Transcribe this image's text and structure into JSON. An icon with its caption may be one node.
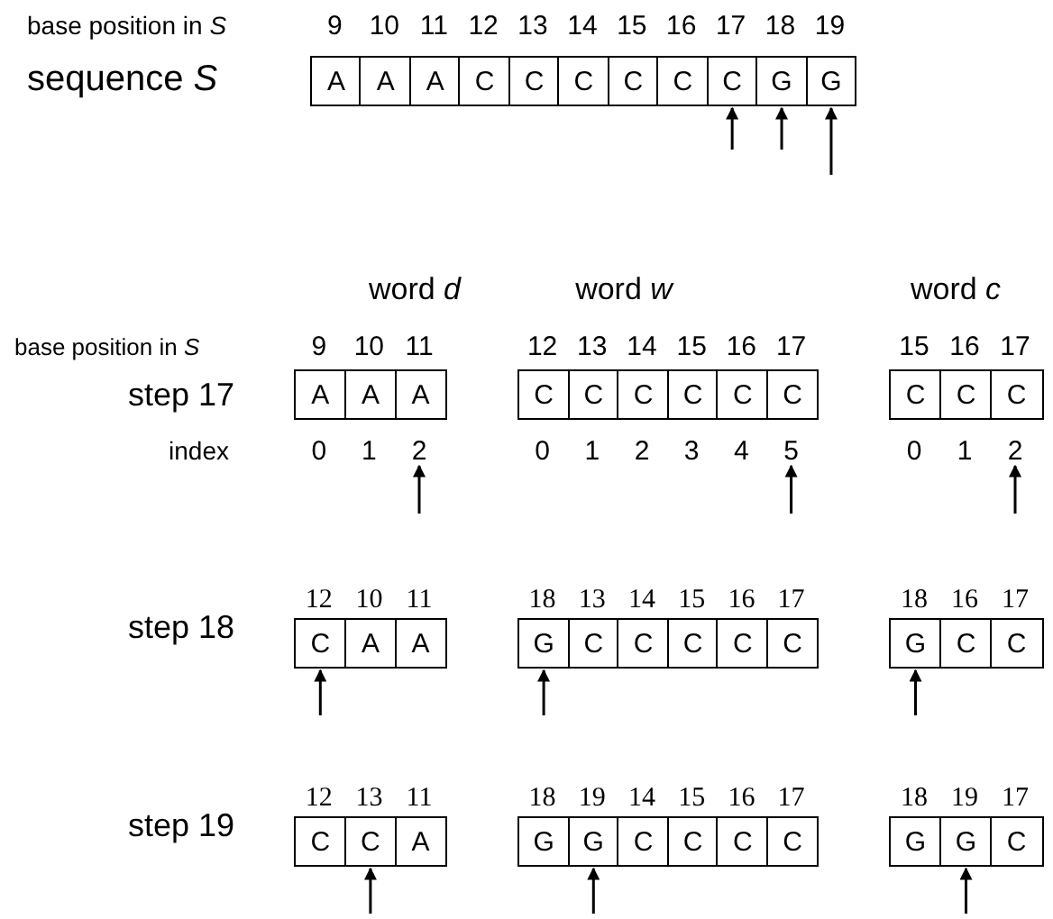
{
  "diagram": {
    "nodes": [
      {
        "text": [
          "A"
        ]
      },
      {
        "text": [
          "A"
        ]
      },
      {
        "text": [
          "A"
        ]
      },
      {
        "text": [
          "C"
        ]
      },
      {
        "text": [
          "C"
        ]
      },
      {
        "text": [
          "C"
        ]
      },
      {
        "text": [
          "C"
        ]
      },
      {
        "text": [
          "C"
        ]
      },
      {
        "text": [
          "C"
        ]
      },
      {
        "text": [
          "G"
        ]
      },
      {
        "text": [
          "G"
        ]
      },
      {
        "text": [
          "A"
        ]
      },
      {
        "text": [
          "A"
        ]
      },
      {
        "text": [
          "A"
        ]
      },
      {
        "text": [
          "C"
        ]
      },
      {
        "text": [
          "C"
        ]
      },
      {
        "text": [
          "C"
        ]
      },
      {
        "text": [
          "C"
        ]
      },
      {
        "text": [
          "C"
        ]
      },
      {
        "text": [
          "C"
        ]
      },
      {
        "text": [
          "C"
        ]
      },
      {
        "text": [
          "C"
        ]
      },
      {
        "text": [
          "C"
        ]
      },
      {
        "text": [
          "0"
        ]
      },
      {
        "text": [
          "1"
        ]
      },
      {
        "text": [
          "2"
        ]
      },
      {
        "text": [
          "0"
        ]
      },
      {
        "text": [
          "1"
        ]
      },
      {
        "text": [
          "2"
        ]
      },
      {
        "text": [
          "3"
        ]
      },
      {
        "text": [
          "4"
        ]
      },
      {
        "text": [
          "5"
        ]
      },
      {
        "text": [
          "0"
        ]
      },
      {
        "text": [
          "1"
        ]
      },
      {
        "text": [
          "2"
        ]
      },
      {
        "text": [
          "C"
        ]
      },
      {
        "text": [
          "A"
        ]
      },
      {
        "text": [
          "A"
        ]
      },
      {
        "text": [
          "G"
        ]
      },
      {
        "text": [
          "C"
        ]
      },
      {
        "text": [
          "C"
        ]
      },
      {
        "text": [
          "C"
        ]
      },
      {
        "text": [
          "C"
        ]
      },
      {
        "text": [
          "C"
        ]
      },
      {
        "text": [
          "G"
        ]
      },
      {
        "text": [
          "C"
        ]
      },
      {
        "text": [
          "C"
        ]
      },
      {
        "text": [
          "C"
        ]
      },
      {
        "text": [
          "C"
        ]
      },
      {
        "text": [
          "A"
        ]
      },
      {
        "text": [
          "G"
        ]
      },
      {
        "text": [
          "G"
        ]
      },
      {
        "text": [
          "C"
        ]
      },
      {
        "text": [
          "C"
        ]
      },
      {
        "text": [
          "C"
        ]
      },
      {
        "text": [
          "C"
        ]
      },
      {
        "text": [
          "G"
        ]
      },
      {
        "text": [
          "G"
        ]
      },
      {
        "text": [
          "C"
        ]
      }
    ],
    "edges": [
      {
        "from": null,
        "to": 8,
        "arrow": "to"
      },
      {
        "from": null,
        "to": 9,
        "arrow": "to"
      },
      {
        "from": null,
        "to": 10,
        "arrow": "to"
      },
      {
        "from": null,
        "to": 25,
        "arrow": "to"
      },
      {
        "from": null,
        "to": 31,
        "arrow": "to"
      },
      {
        "from": null,
        "to": 34,
        "arrow": "to"
      },
      {
        "from": null,
        "to": 35,
        "arrow": "to"
      },
      {
        "from": null,
        "to": 38,
        "arrow": "to"
      },
      {
        "from": null,
        "to": 44,
        "arrow": "to"
      },
      {
        "from": null,
        "to": 48,
        "arrow": "to"
      },
      {
        "from": null,
        "to": 51,
        "arrow": "to"
      },
      {
        "from": null,
        "to": 57,
        "arrow": "to"
      }
    ],
    "labels": [
      "base position in *S*",
      "9",
      "10",
      "11",
      "12",
      "13",
      "14",
      "15",
      "16",
      "17",
      "18",
      "19",
      "sequence *S*",
      "word *d*",
      "word *w*",
      "word *c*",
      "base position in *S*",
      "9",
      "10",
      "11",
      "12",
      "13",
      "14",
      "15",
      "16",
      "17",
      "15",
      "16",
      "17",
      "step 17",
      "index",
      "12",
      "10",
      "11",
      "18",
      "13",
      "14",
      "15",
      "16",
      "17",
      "18",
      "16",
      "17",
      "step 18",
      "12",
      "13",
      "11",
      "18",
      "19",
      "14",
      "15",
      "16",
      "17",
      "18",
      "19",
      "17",
      "step 19"
    ]
  }
}
